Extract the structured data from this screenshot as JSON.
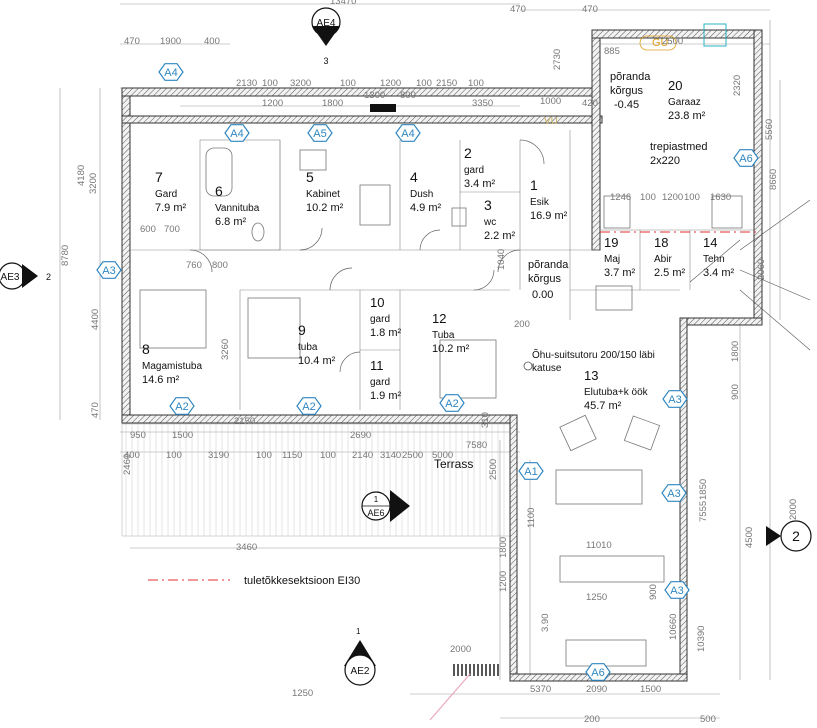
{
  "rooms": [
    {
      "num": "7",
      "name": "Gard",
      "area": "7.9 m²"
    },
    {
      "num": "6",
      "name": "Vannituba",
      "area": "6.8 m²"
    },
    {
      "num": "5",
      "name": "Kabinet",
      "area": "10.2 m²"
    },
    {
      "num": "4",
      "name": "Dush",
      "area": "4.9 m²"
    },
    {
      "num": "2",
      "name": "gard",
      "area": "3.4 m²"
    },
    {
      "num": "3",
      "name": "wc",
      "area": "2.2 m²"
    },
    {
      "num": "1",
      "name": "Esik",
      "area": "16.9 m²"
    },
    {
      "num": "20",
      "name": "Garaaz",
      "area": "23.8 m²"
    },
    {
      "num": "19",
      "name": "Maj",
      "area": "3.7 m²"
    },
    {
      "num": "18",
      "name": "Abir",
      "area": "2.5 m²"
    },
    {
      "num": "14",
      "name": "Tehn",
      "area": "3.4 m²"
    },
    {
      "num": "8",
      "name": "Magamistuba",
      "area": "14.6 m²"
    },
    {
      "num": "9",
      "name": "tuba",
      "area": "10.4 m²"
    },
    {
      "num": "10",
      "name": "gard",
      "area": "1.8 m²"
    },
    {
      "num": "11",
      "name": "gard",
      "area": "1.9 m²"
    },
    {
      "num": "12",
      "name": "Tuba",
      "area": "10.2 m²"
    },
    {
      "num": "13",
      "name": "Elutuba+k öök",
      "area": "45.7 m²"
    }
  ],
  "labels": {
    "floor_level_garage": [
      "põranda",
      "kõrgus",
      "-0.45"
    ],
    "floor_level_main": [
      "põranda",
      "kõrgus",
      "0.00"
    ],
    "stairs": [
      "trepiastmed",
      "2x220"
    ],
    "flue": [
      "Õhu-suitsutoru 200/150 läbi",
      "katuse"
    ],
    "terrace": "Terrass",
    "legend": "tuletõkkesektsioon EI30",
    "gu": "GU",
    "vu": "VU"
  },
  "tags": [
    "A4",
    "A4",
    "A5",
    "A4",
    "A3",
    "A6",
    "A2",
    "A2",
    "A2",
    "A1",
    "A3",
    "A3",
    "A3",
    "A6"
  ],
  "sections": [
    {
      "name": "AE4",
      "num": "3"
    },
    {
      "name": "AE3",
      "num": "2"
    },
    {
      "name": "AE6",
      "num": "1"
    },
    {
      "name": "AE2",
      "num": "1"
    }
  ],
  "axis_marker": "2",
  "dims": [
    "13470",
    "470",
    "470",
    "1900",
    "400",
    "2130",
    "100",
    "3200",
    "100",
    "1200",
    "100",
    "2150",
    "100",
    "2730",
    "885",
    "2500",
    "470",
    "1200",
    "1800",
    "1300",
    "800",
    "3350",
    "1000",
    "420",
    "2320",
    "5560",
    "8660",
    "4180",
    "3200",
    "8780",
    "4400",
    "3260",
    "470",
    "600",
    "700",
    "760",
    "800",
    "1040",
    "200",
    "1246",
    "100",
    "1200",
    "100",
    "1630",
    "2060",
    "1800",
    "900",
    "950",
    "1500",
    "2150",
    "2690",
    "310",
    "400",
    "2460",
    "100",
    "3190",
    "100",
    "1150",
    "100",
    "2140",
    "3140",
    "2500",
    "5000",
    "7580",
    "2500",
    "1100",
    "1800",
    "1200",
    "900",
    "10660",
    "10390",
    "1850",
    "7555",
    "2000",
    "4500",
    "3460",
    "11010",
    "1250",
    "2000",
    "1250",
    "5370",
    "2090",
    "1500",
    "200",
    "500",
    "3.90"
  ],
  "colors": {
    "hex_blue": "#2e86c1",
    "fire_line": "#e03030",
    "wall_stroke": "#333333",
    "pink": "#e8a0b8",
    "gold": "#e0a020",
    "cyan": "#2ab0c0"
  }
}
